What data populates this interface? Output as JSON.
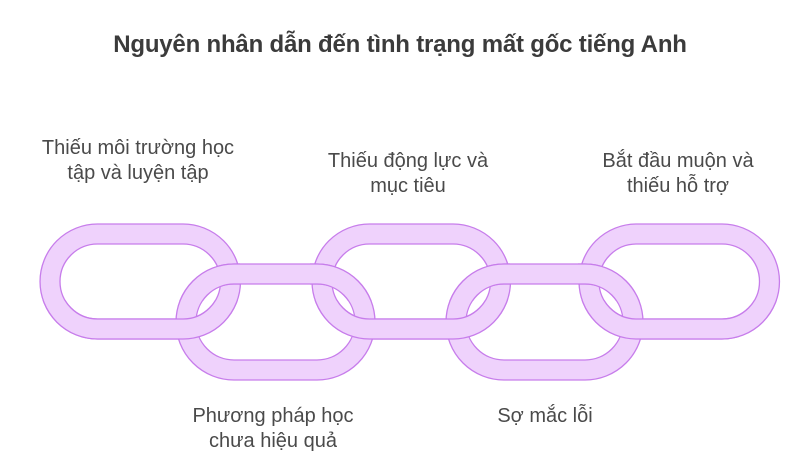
{
  "title": "Nguyên nhân dẫn đến tình trạng mất gốc tiếng Anh",
  "colors": {
    "link_fill": "#EFD2FC",
    "link_stroke": "#C77DEB",
    "title_text": "#3b3b3b",
    "label_text": "#4a4a4a"
  },
  "links": [
    {
      "id": 1,
      "position": "top",
      "label_lines": [
        "Thiếu môi trường học",
        "tập và luyện tập"
      ]
    },
    {
      "id": 2,
      "position": "bottom",
      "label_lines": [
        "Phương pháp học",
        "chưa hiệu quả"
      ]
    },
    {
      "id": 3,
      "position": "top",
      "label_lines": [
        "Thiếu động lực và",
        "mục tiêu"
      ]
    },
    {
      "id": 4,
      "position": "bottom",
      "label_lines": [
        "Sợ mắc lỗi"
      ]
    },
    {
      "id": 5,
      "position": "top",
      "label_lines": [
        "Bắt đầu muộn và",
        "thiếu hỗ trợ"
      ]
    }
  ]
}
